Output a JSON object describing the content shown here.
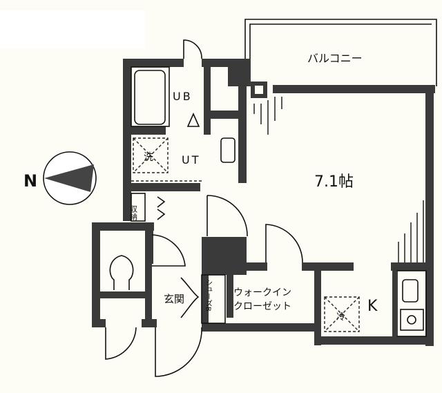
{
  "plan": {
    "compass_label": "N",
    "rooms": {
      "balcony": "バルコニー",
      "main_room": "7.1帖",
      "unit_bath": "UB",
      "utility": "UT",
      "washer": "洗",
      "storage": "収納",
      "entrance": "玄関",
      "shoe_box": "シューズB",
      "walk_in_closet_line1": "ウォークイン",
      "walk_in_closet_line2": "クローゼット",
      "kitchen": "K",
      "fridge": "冷"
    },
    "colors": {
      "wall": "#3a3a3a",
      "background": "#fdfdf6"
    }
  }
}
